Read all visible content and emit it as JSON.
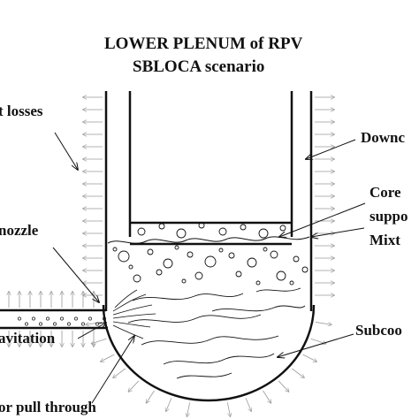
{
  "title_line1": "LOWER PLENUM of RPV",
  "title_line2": "SBLOCA scenario",
  "labels": {
    "heat_losses": "t losses",
    "downcomer": "Downc",
    "core_support_1": "Core",
    "core_support_2": "suppo",
    "mixture": "Mixt",
    "nozzle": "nozzle",
    "subcooled": "Subcoo",
    "cavitation": "avitation",
    "vapor_pull_through": "or pull through"
  },
  "colors": {
    "line": "#111111",
    "heat_arrow": "#9a9a9a"
  }
}
